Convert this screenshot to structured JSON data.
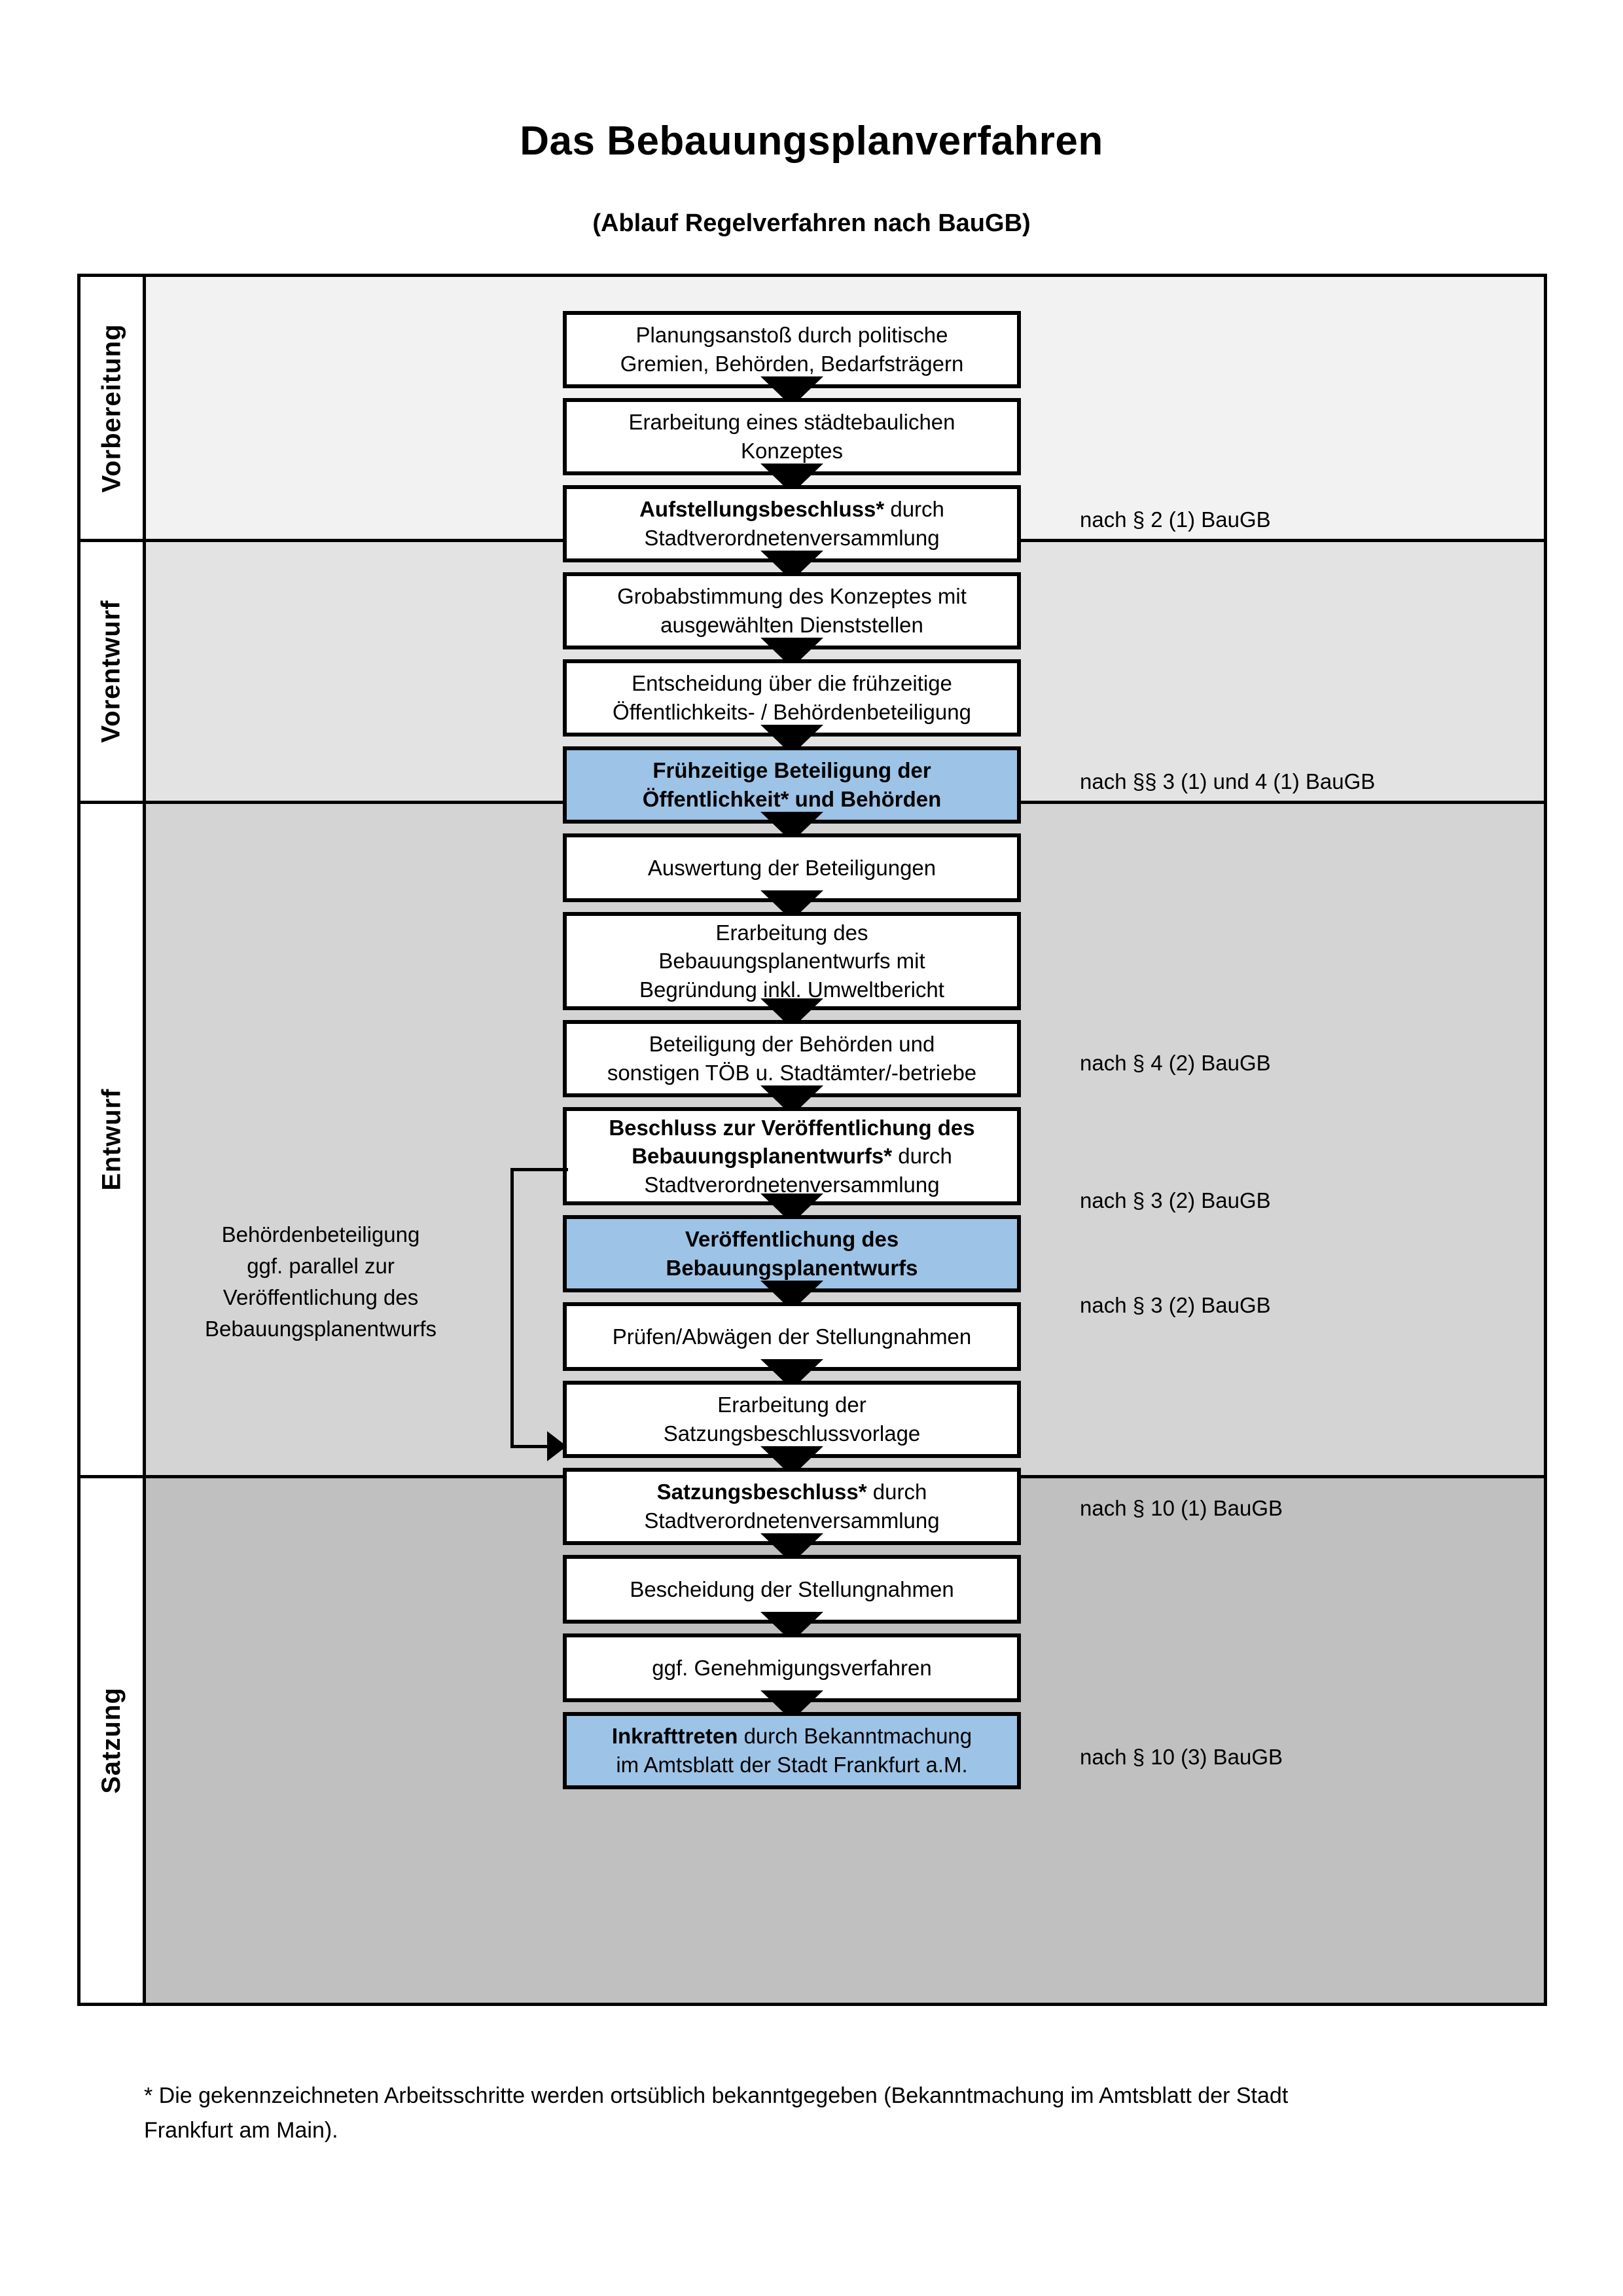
{
  "title": "Das Bebauungsplanverfahren",
  "subtitle": "(Ablauf Regelverfahren nach BauGB)",
  "phases": [
    {
      "label": "Vorbereitung"
    },
    {
      "label": "Vorentwurf"
    },
    {
      "label": "Entwurf"
    },
    {
      "label": "Satzung"
    }
  ],
  "steps": [
    {
      "l1": "Planungsanstoß durch politische",
      "l2": "Gremien, Behörden, Bedarfsträgern",
      "l3": ""
    },
    {
      "l1": "Erarbeitung eines städtebaulichen",
      "l2": "Konzeptes",
      "l3": ""
    },
    {
      "l1b": "Aufstellungsbeschluss*",
      "l1r": " durch",
      "l2": "Stadtverordnetenversammlung",
      "l3": ""
    },
    {
      "l1": "Grobabstimmung des Konzeptes mit",
      "l2": "ausgewählten Dienststellen",
      "l3": ""
    },
    {
      "l1": "Entscheidung über die frühzeitige",
      "l2": "Öffentlichkeits- / Behördenbeteiligung",
      "l3": ""
    },
    {
      "l1": "Frühzeitige Beteiligung der",
      "l2": "Öffentlichkeit* und Behörden",
      "l3": ""
    },
    {
      "l1": "Auswertung der Beteiligungen",
      "l2": "",
      "l3": ""
    },
    {
      "l1": "Erarbeitung des",
      "l2": "Bebauungsplanentwurfs mit",
      "l3": "Begründung inkl. Umweltbericht"
    },
    {
      "l1": "Beteiligung der Behörden und",
      "l2": "sonstigen TÖB u. Stadtämter/-betriebe",
      "l3": ""
    },
    {
      "l1b": "Beschluss zur Veröffentlichung des",
      "l2b": "Bebauungsplanentwurfs*",
      "l2r": " durch",
      "l3": "Stadtverordnetenversammlung"
    },
    {
      "l1": "Veröffentlichung des",
      "l2": "Bebauungsplanentwurfs",
      "l3": ""
    },
    {
      "l1": "Prüfen/Abwägen der Stellungnahmen",
      "l2": "",
      "l3": ""
    },
    {
      "l1": "Erarbeitung der",
      "l2": "Satzungsbeschlussvorlage",
      "l3": ""
    },
    {
      "l1b": "Satzungsbeschluss*",
      "l1r": " durch",
      "l2": "Stadtverordnetenversammlung",
      "l3": ""
    },
    {
      "l1": "Bescheidung der Stellungnahmen",
      "l2": "",
      "l3": ""
    },
    {
      "l1": "ggf. Genehmigungsverfahren",
      "l2": "",
      "l3": ""
    },
    {
      "l1b": "Inkrafttreten",
      "l1r": " durch Bekanntmachung",
      "l2": "im Amtsblatt der Stadt Frankfurt a.M.",
      "l3": ""
    }
  ],
  "legal_refs": [
    {
      "text": "nach § 2 (1) BauGB"
    },
    {
      "text": "nach §§ 3 (1) und 4 (1) BauGB"
    },
    {
      "text": "nach § 4 (2) BauGB"
    },
    {
      "text": "nach § 3 (2) BauGB"
    },
    {
      "text": "nach § 3 (2) BauGB"
    },
    {
      "text": "nach § 10 (1) BauGB"
    },
    {
      "text": "nach § 10 (3) BauGB"
    }
  ],
  "sidenote": {
    "l1": "Behördenbeteiligung",
    "l2": "ggf. parallel zur",
    "l3": "Veröffentlichung des",
    "l4": "Bebauungsplanentwurfs"
  },
  "footnote": {
    "l1": "* Die gekennzeichneten Arbeitsschritte werden ortsüblich bekanntgegeben (Bekanntmachung im Amtsblatt  der Stadt",
    "l2": "Frankfurt am Main)."
  },
  "colors": {
    "highlight": "#9dc3e6",
    "band1": "#f2f2f2",
    "band2": "#e3e3e3",
    "band3": "#d4d4d4",
    "band4": "#c0c0c0",
    "line": "#000000"
  }
}
